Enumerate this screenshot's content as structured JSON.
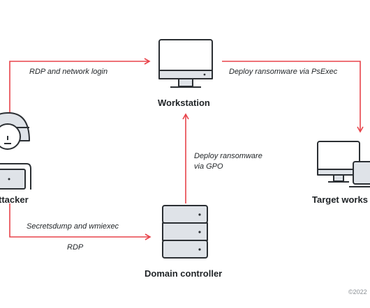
{
  "colors": {
    "arrow": "#e8434a",
    "outline": "#2b2f33",
    "fill": "#dfe3e8"
  },
  "nodes": {
    "attacker": {
      "label": "ttacker",
      "icon": "attacker-icon"
    },
    "workstation": {
      "label": "Workstation",
      "icon": "monitor-icon"
    },
    "domain_controller": {
      "label": "Domain controller",
      "icon": "server-icon"
    },
    "target": {
      "label": "Target works",
      "icon": "desktop-laptop-icon"
    }
  },
  "edges": {
    "rdp_login": "RDP and network login",
    "psexec": "Deploy ransomware via PsExec",
    "gpo_line1": "Deploy ransomware",
    "gpo_line2": "via GPO",
    "secretsdump": "Secretsdump and wmiexec",
    "rdp": "RDP"
  },
  "footer": {
    "copyright": "©2022"
  }
}
